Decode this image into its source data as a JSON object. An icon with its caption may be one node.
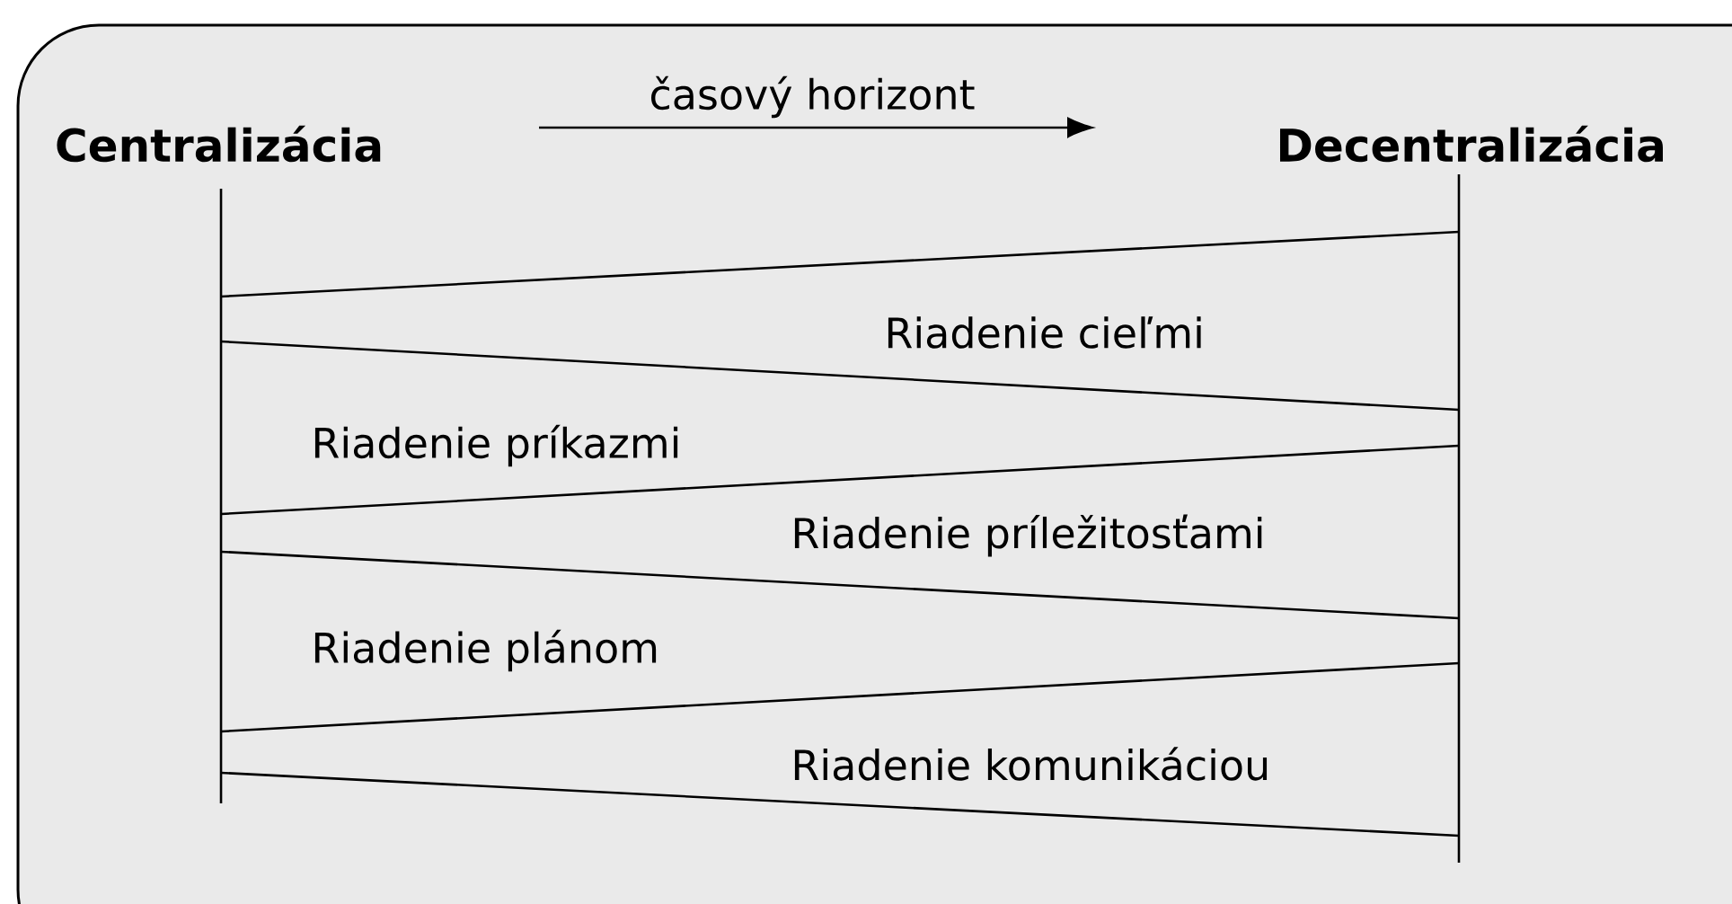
{
  "diagram": {
    "labels": [
      "Centralizácia",
      "časový horizont",
      "Decentralizácia",
      "Riadenie cieľmi",
      "Riadenie príkazmi",
      "Riadenie príležitosťami",
      "Riadenie plánom",
      "Riadenie komunikáciou"
    ]
  }
}
